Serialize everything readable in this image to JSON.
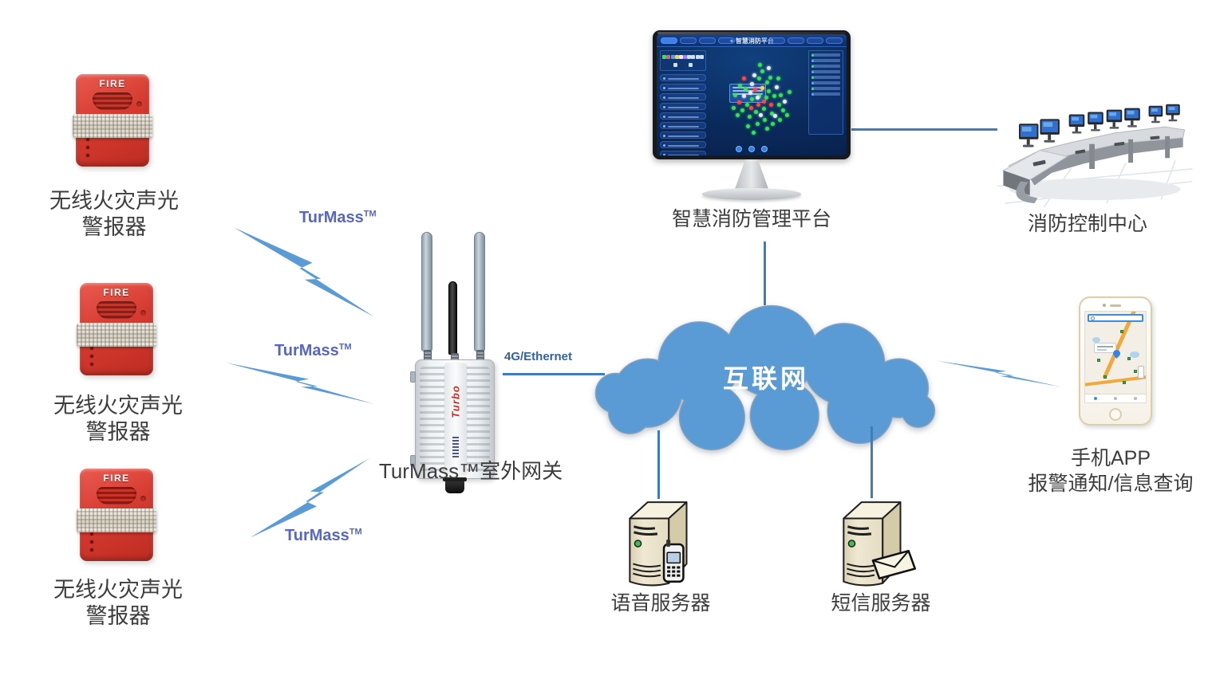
{
  "alarms": {
    "device_text": "FIRE",
    "label_line1": "无线火灾声光",
    "label_line2": "警报器"
  },
  "radio_links": {
    "base": "TurMass",
    "sup": "TM"
  },
  "gateway": {
    "label": "TurMass™室外网关",
    "device_text": "Turbo"
  },
  "uplink": {
    "label": "4G/Ethernet"
  },
  "cloud": {
    "label": "互联网"
  },
  "platform": {
    "label": "智慧消防管理平台",
    "screen_title": "智慧消防平台",
    "dot_colors": {
      "g": "#39e14f",
      "r": "#ff4646",
      "w": "#e8edf3",
      "y": "#ffd44f"
    },
    "dots": [
      [
        50,
        44,
        "g"
      ],
      [
        46,
        38,
        "r"
      ],
      [
        53,
        36,
        "y"
      ],
      [
        43,
        47,
        "g"
      ],
      [
        57,
        45,
        "g"
      ],
      [
        49,
        52,
        "r"
      ],
      [
        41,
        41,
        "w"
      ],
      [
        55,
        56,
        "g"
      ],
      [
        60,
        39,
        "g"
      ],
      [
        38,
        52,
        "g"
      ],
      [
        47,
        59,
        "g"
      ],
      [
        52,
        62,
        "w"
      ],
      [
        62,
        52,
        "r"
      ],
      [
        35,
        44,
        "w"
      ],
      [
        58,
        31,
        "g"
      ],
      [
        43,
        32,
        "w"
      ],
      [
        50,
        27,
        "g"
      ],
      [
        65,
        44,
        "g"
      ],
      [
        63,
        61,
        "g"
      ],
      [
        33,
        58,
        "g"
      ],
      [
        40,
        64,
        "g"
      ],
      [
        56,
        67,
        "g"
      ],
      [
        48,
        71,
        "g"
      ],
      [
        68,
        35,
        "w"
      ],
      [
        70,
        52,
        "g"
      ],
      [
        30,
        50,
        "r"
      ],
      [
        36,
        37,
        "g"
      ],
      [
        61,
        26,
        "g"
      ],
      [
        66,
        63,
        "w"
      ],
      [
        45,
        24,
        "w"
      ],
      [
        53,
        20,
        "g"
      ],
      [
        72,
        43,
        "g"
      ],
      [
        28,
        62,
        "g"
      ],
      [
        58,
        75,
        "g"
      ],
      [
        39,
        73,
        "g"
      ],
      [
        64,
        71,
        "g"
      ],
      [
        74,
        58,
        "g"
      ],
      [
        31,
        34,
        "g"
      ],
      [
        69,
        27,
        "g"
      ],
      [
        76,
        49,
        "w"
      ],
      [
        26,
        43,
        "g"
      ],
      [
        44,
        79,
        "g"
      ],
      [
        71,
        67,
        "g"
      ],
      [
        51,
        14,
        "g"
      ],
      [
        60,
        17,
        "w"
      ],
      [
        35,
        27,
        "r"
      ],
      [
        42,
        55,
        "r"
      ],
      [
        48,
        45,
        "w"
      ],
      [
        55,
        49,
        "r"
      ],
      [
        78,
        62,
        "g"
      ],
      [
        24,
        55,
        "g"
      ],
      [
        81,
        40,
        "g"
      ]
    ]
  },
  "control_center": {
    "label": "消防控制中心"
  },
  "phone": {
    "label_line1": "手机APP",
    "label_line2": "报警通知/信息查询"
  },
  "voice_server": {
    "label": "语音服务器"
  },
  "sms_server": {
    "label": "短信服务器"
  }
}
